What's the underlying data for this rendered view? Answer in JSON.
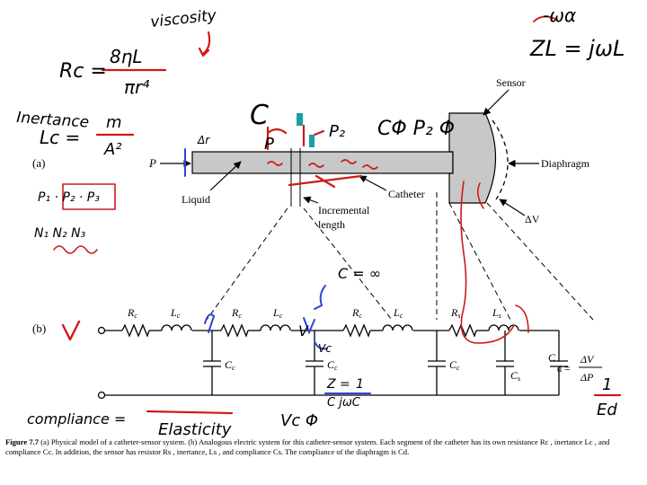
{
  "figure": {
    "panel_a_label": "(a)",
    "panel_b_label": "(b)",
    "labels": {
      "sensor": "Sensor",
      "pressure": "P",
      "diaphragm": "Diaphragm",
      "liquid": "Liquid",
      "catheter": "Catheter",
      "incremental_1": "Incremental",
      "incremental_2": "length",
      "delta_v": "ΔV"
    },
    "circuit": {
      "rc": "R",
      "lc": "L",
      "cc": "C",
      "sub_c": "c",
      "rs": "R",
      "ls": "L",
      "cs": "C",
      "sub_s": "s",
      "cd_prefix": "C",
      "cd_sub": "d",
      "cd_eq": "=",
      "cd_num": "ΔV",
      "cd_den": "ΔP"
    }
  },
  "annotations": {
    "viscosity": "viscosity",
    "rc_formula_left": "Rc =",
    "rc_formula_num": "8ηL",
    "rc_formula_den": "πr⁴",
    "inertance": "Inertance",
    "lc_formula_left": "Lc =",
    "lc_formula_num": "m",
    "lc_formula_den": "A²",
    "big_c": "C",
    "p_small": "P",
    "p2": "P₂",
    "c_phi": "CΦ P₂ Φ",
    "z_omega": "-ωα",
    "zl": "ZL = jωL",
    "p1p2": "P₁ · P₂ · P₃",
    "n_sym": "N₁ N₂ N₃",
    "c_inf": "C = ∞",
    "v_sym": "V",
    "vc_sym": "Vc",
    "z_cap_1": "Z =",
    "z_cap_2": "1",
    "z_cap_3": "C  jωC",
    "compliance": "compliance =",
    "elasticity": "Elasticity",
    "vc_phi": "Vc Φ",
    "cd_right_num": "1",
    "cd_right_den": "Ed",
    "delta_sym": "Δr"
  },
  "caption": {
    "label": "Figure 7.7",
    "text": "(a) Physical model of a catheter-sensor system. (b) Analogous electric system for this catheter-sensor system. Each segment of the catheter has its own resistance Rc , inertance Lc , and compliance Cc. In addition, the sensor has resistor Rs , inertance, Ls , and compliance Cs. The compliance of the diaphragm is Cd."
  },
  "colors": {
    "ink": "#000000",
    "annotation_red": "#d01818",
    "annotation_blue": "#2a45d8",
    "catheter_fill": "#c8c8c8",
    "teal": "#1aa0a0"
  }
}
